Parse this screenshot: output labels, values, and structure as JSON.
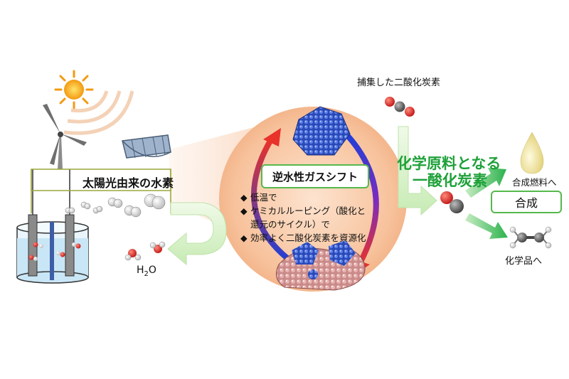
{
  "labels": {
    "solar_hydrogen": "太陽光由来の水素",
    "captured_co2": "捕集した二酸化炭素",
    "rwgs_title": "逆水性ガスシフト",
    "feedstock_line1": "化学原料となる",
    "feedstock_line2": "一酸化炭素",
    "synthesis": "合成",
    "to_fuel": "合成燃料へ",
    "to_chemicals": "化学品へ",
    "water_formula_h": "H",
    "water_formula_sub": "2",
    "water_formula_o": "O"
  },
  "bullets": [
    {
      "marker": "◆",
      "text": "低温で"
    },
    {
      "marker": "◆",
      "text": "ケミカルルーピング（酸化と",
      "cont": "還元のサイクル）で"
    },
    {
      "marker": "◆",
      "text": "効率よく二酸化炭素を資源化"
    }
  ],
  "colors": {
    "green_accent": "#1fa13a",
    "box_border": "#56b84c",
    "orange_blob": "#f5b68a",
    "cycle_red": "#e8322a",
    "cycle_blue": "#1f3fd8",
    "co_red": "#d42a2a",
    "co_gray": "#555555"
  }
}
